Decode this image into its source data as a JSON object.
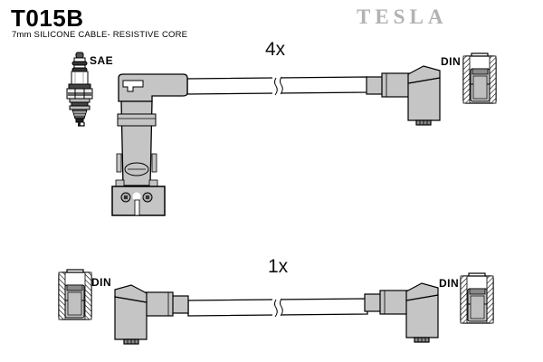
{
  "header": {
    "part_number": "T015B",
    "subtitle": "7mm SILICONE CABLE- RESISTIVE CORE",
    "brand": "TESLA"
  },
  "diagram": {
    "groups": [
      {
        "quantity": "4x",
        "left_label": "SAE",
        "right_label": "DIN"
      },
      {
        "quantity": "1x",
        "left_label": "DIN",
        "right_label": "DIN"
      }
    ],
    "colors": {
      "boot_fill": "#c5c5c5",
      "outline": "#000000",
      "brand_gray": "#b2b2b2",
      "background": "#ffffff"
    },
    "icons": {
      "spark-plug-icon": "spark plug (SAE terminal)",
      "coil-boot-icon": "large angled coil-end boot with bracket",
      "plug-boot-icon": "90-degree plug boot with DIN terminal",
      "din-terminal-icon": "DIN socket terminal",
      "cable-icon": "7mm cable with break symbol"
    }
  }
}
